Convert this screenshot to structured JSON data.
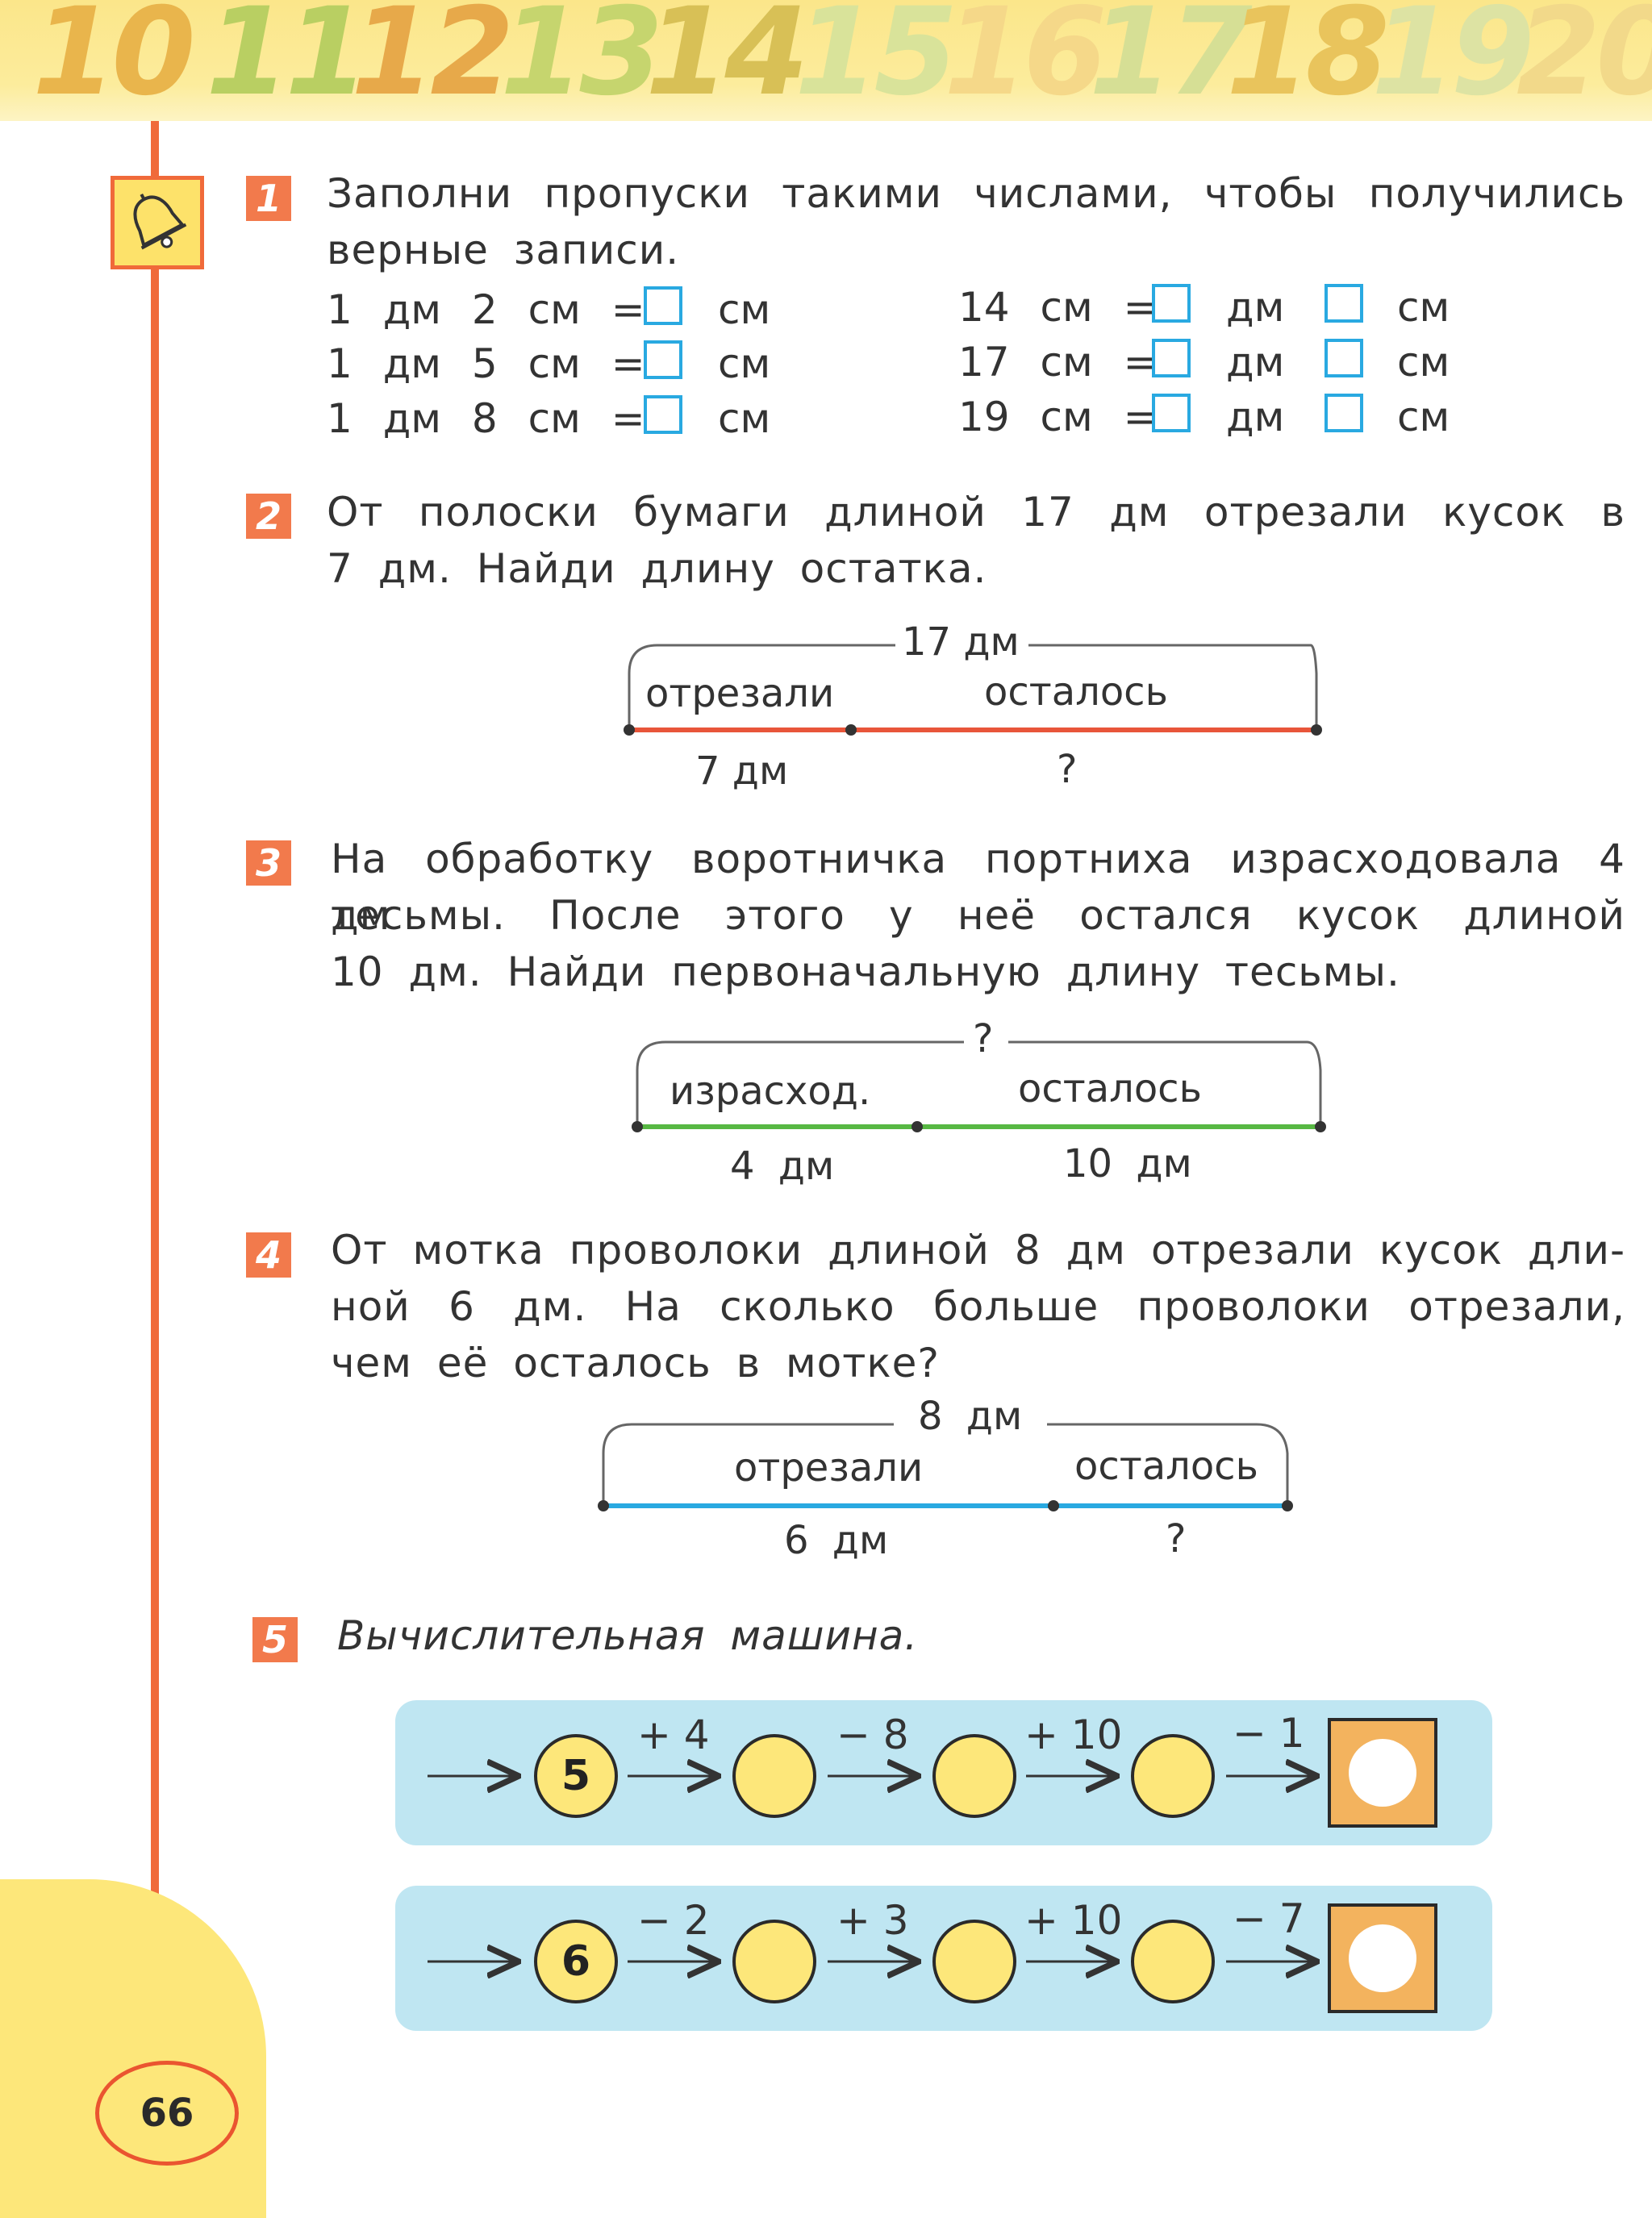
{
  "header": {
    "numbers": [
      "10",
      "11",
      "12",
      "13",
      "14",
      "15",
      "16",
      "17",
      "18",
      "19",
      "20"
    ]
  },
  "page_number": "66",
  "colors": {
    "accent": "#f06a3a",
    "box_border": "#29a9e1",
    "line_red": "#e8553a",
    "line_green": "#57b843",
    "line_blue": "#29a9e1",
    "circle_fill": "#fde77a",
    "machine_bg": "#bfe6f2"
  },
  "icons": {
    "section": "bell-icon"
  },
  "task1": {
    "number": "1",
    "text_line1": "Заполни пропуски такими числами, чтобы получились",
    "text_line2": "верные записи.",
    "left": [
      {
        "lhs": "1 дм 2 см =",
        "unit": "см"
      },
      {
        "lhs": "1 дм 5 см =",
        "unit": "см"
      },
      {
        "lhs": "1 дм 8 см =",
        "unit": "см"
      }
    ],
    "right": [
      {
        "lhs": "14 см =",
        "unit1": "дм",
        "unit2": "см"
      },
      {
        "lhs": "17 см =",
        "unit1": "дм",
        "unit2": "см"
      },
      {
        "lhs": "19 см =",
        "unit1": "дм",
        "unit2": "см"
      }
    ]
  },
  "task2": {
    "number": "2",
    "text_line1": "От полоски бумаги длиной 17 дм отрезали кусок в",
    "text_line2": "7 дм. Найди длину остатка.",
    "diagram": {
      "total": "17 дм",
      "left_label": "отрезали",
      "right_label": "осталось",
      "left_value": "7 дм",
      "right_value": "?"
    }
  },
  "task3": {
    "number": "3",
    "text_line1": "На обработку воротничка портниха израсходовала 4 дм",
    "text_line2": "тесьмы. После этого у неё остался кусок длиной",
    "text_line3": "10 дм. Найди первоначальную длину тесьмы.",
    "diagram": {
      "total": "?",
      "left_label": "израсход.",
      "right_label": "осталось",
      "left_value": "4 дм",
      "right_value": "10 дм"
    }
  },
  "task4": {
    "number": "4",
    "text_line1": "От мотка проволоки длиной 8 дм отрезали кусок дли-",
    "text_line2": "ной 6 дм. На сколько больше проволоки отрезали,",
    "text_line3": "чем её осталось в мотке?",
    "diagram": {
      "total": "8 дм",
      "left_label": "отрезали",
      "right_label": "осталось",
      "left_value": "6 дм",
      "right_value": "?"
    }
  },
  "task5": {
    "number": "5",
    "title": "Вычислительная машина.",
    "row1": {
      "start": "5",
      "ops": [
        "+ 4",
        "− 8",
        "+ 10",
        "− 1"
      ]
    },
    "row2": {
      "start": "6",
      "ops": [
        "− 2",
        "+ 3",
        "+ 10",
        "− 7"
      ]
    }
  }
}
